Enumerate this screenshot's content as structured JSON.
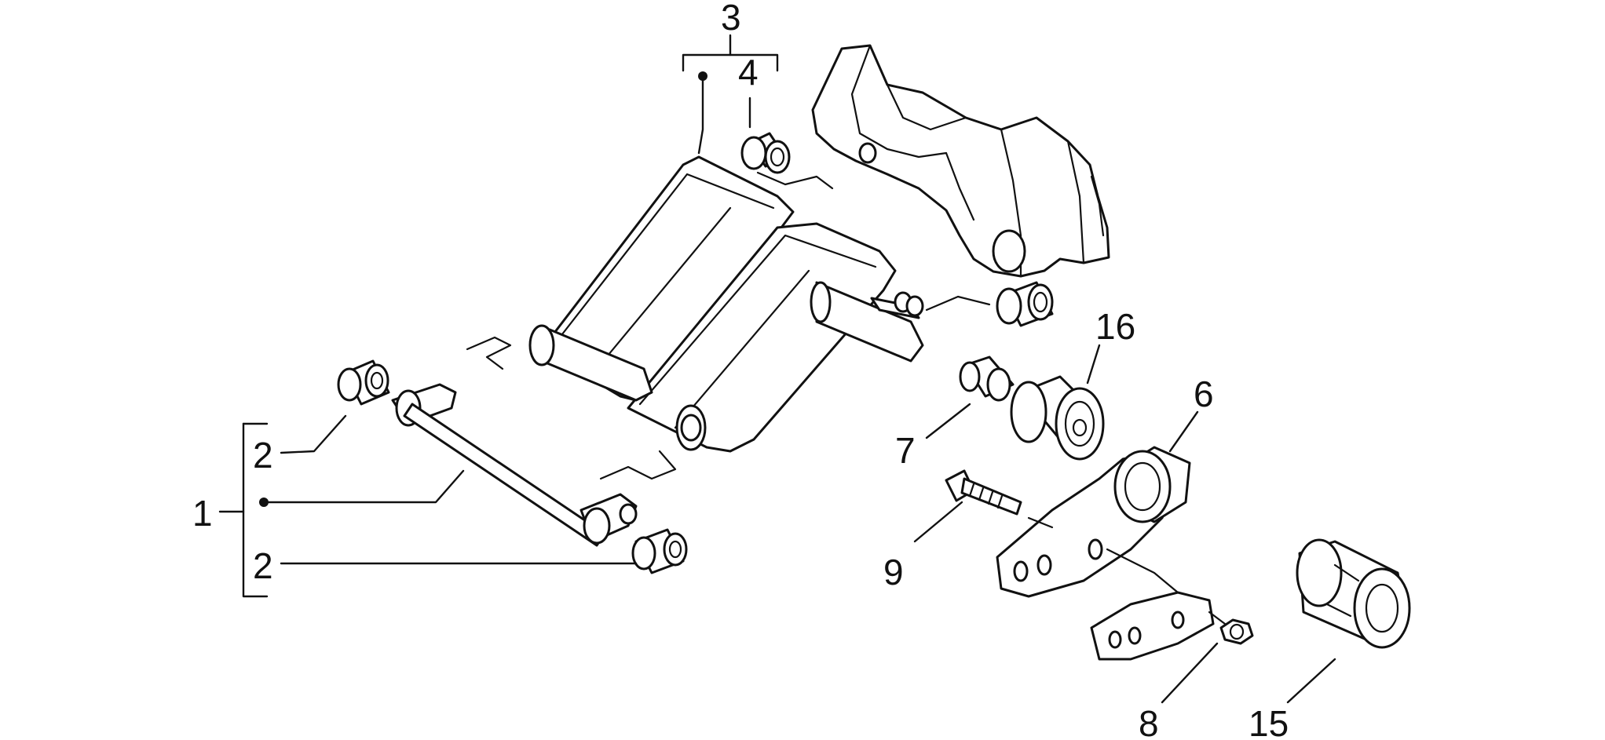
{
  "diagram": {
    "callouts": [
      {
        "id": "1",
        "text": "1"
      },
      {
        "id": "2a",
        "text": "2"
      },
      {
        "id": "2b",
        "text": "2"
      },
      {
        "id": "3",
        "text": "3"
      },
      {
        "id": "4",
        "text": "4"
      },
      {
        "id": "6",
        "text": "6"
      },
      {
        "id": "7",
        "text": "7"
      },
      {
        "id": "8",
        "text": "8"
      },
      {
        "id": "9",
        "text": "9"
      },
      {
        "id": "15",
        "text": "15"
      },
      {
        "id": "16",
        "text": "16"
      }
    ],
    "colors": {
      "line": "#111111",
      "background": "#ffffff"
    }
  }
}
